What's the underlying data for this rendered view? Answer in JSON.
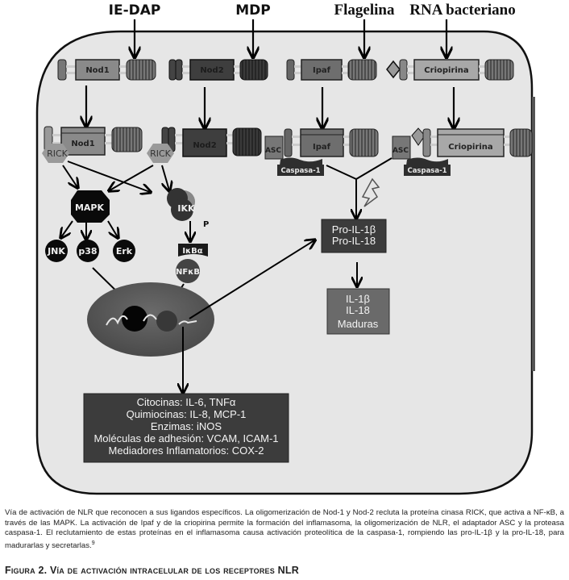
{
  "ligands": [
    "IE-DAP",
    "MDP",
    "Flagelina",
    "RNA bacteriano"
  ],
  "receptors_inactive": [
    "Nod1",
    "Nod2",
    "Ipaf",
    "Criopirina"
  ],
  "receptors_active": [
    "Nod1",
    "Nod2",
    "Ipaf",
    "Criopirina"
  ],
  "adaptors": {
    "rick": "RICK",
    "asc": "ASC",
    "caspase": "Caspasa-1"
  },
  "kinases": {
    "mapk": "MAPK",
    "jnk": "JNK",
    "p38": "p38",
    "erk": "Erk",
    "ikk": "IKK",
    "phospho": "P",
    "ikba": "IκBα",
    "nfkb": "NFκB"
  },
  "pro_box": [
    "Pro-IL-1β",
    "Pro-IL-18"
  ],
  "mature_box": [
    "IL-1β",
    "IL-18",
    "Maduras"
  ],
  "output_box": [
    "Citocinas: IL-6, TNFα",
    "Quimiocinas: IL-8, MCP-1",
    "Enzimas: iNOS",
    "Moléculas de adhesión: VCAM, ICAM-1",
    "Mediadores Inflamatorios: COX-2"
  ],
  "caption": "Vía de activación de NLR que reconocen a sus ligandos específicos. La oligomerización de Nod-1 y Nod-2 recluta la proteína cinasa RICK, que activa a NF-κB, a través de las MAPK. La activación de Ipaf y de la criopirina permite la formación del inflamasoma, la oligomerización de NLR, el adaptador ASC y la proteasa caspasa-1. El reclutamiento de estas proteínas en el inflamasoma causa activación proteolítica de la caspasa-1, rompiendo las pro-IL-1β y la pro-IL-18, para madurarlas y secretarlas.",
  "caption_ref": "9",
  "figure_title": "Figura 2. Vía de activación intracelular de los receptores NLR",
  "colors": {
    "cell_bg": "#e6e6e6",
    "nod1": "#8a8a8a",
    "nod2": "#3e3e3e",
    "ipaf": "#6e6e6e",
    "criopirina": "#a8a8a8",
    "dark_box": "#3c3c3c",
    "mid_box": "#6a6a6a"
  }
}
